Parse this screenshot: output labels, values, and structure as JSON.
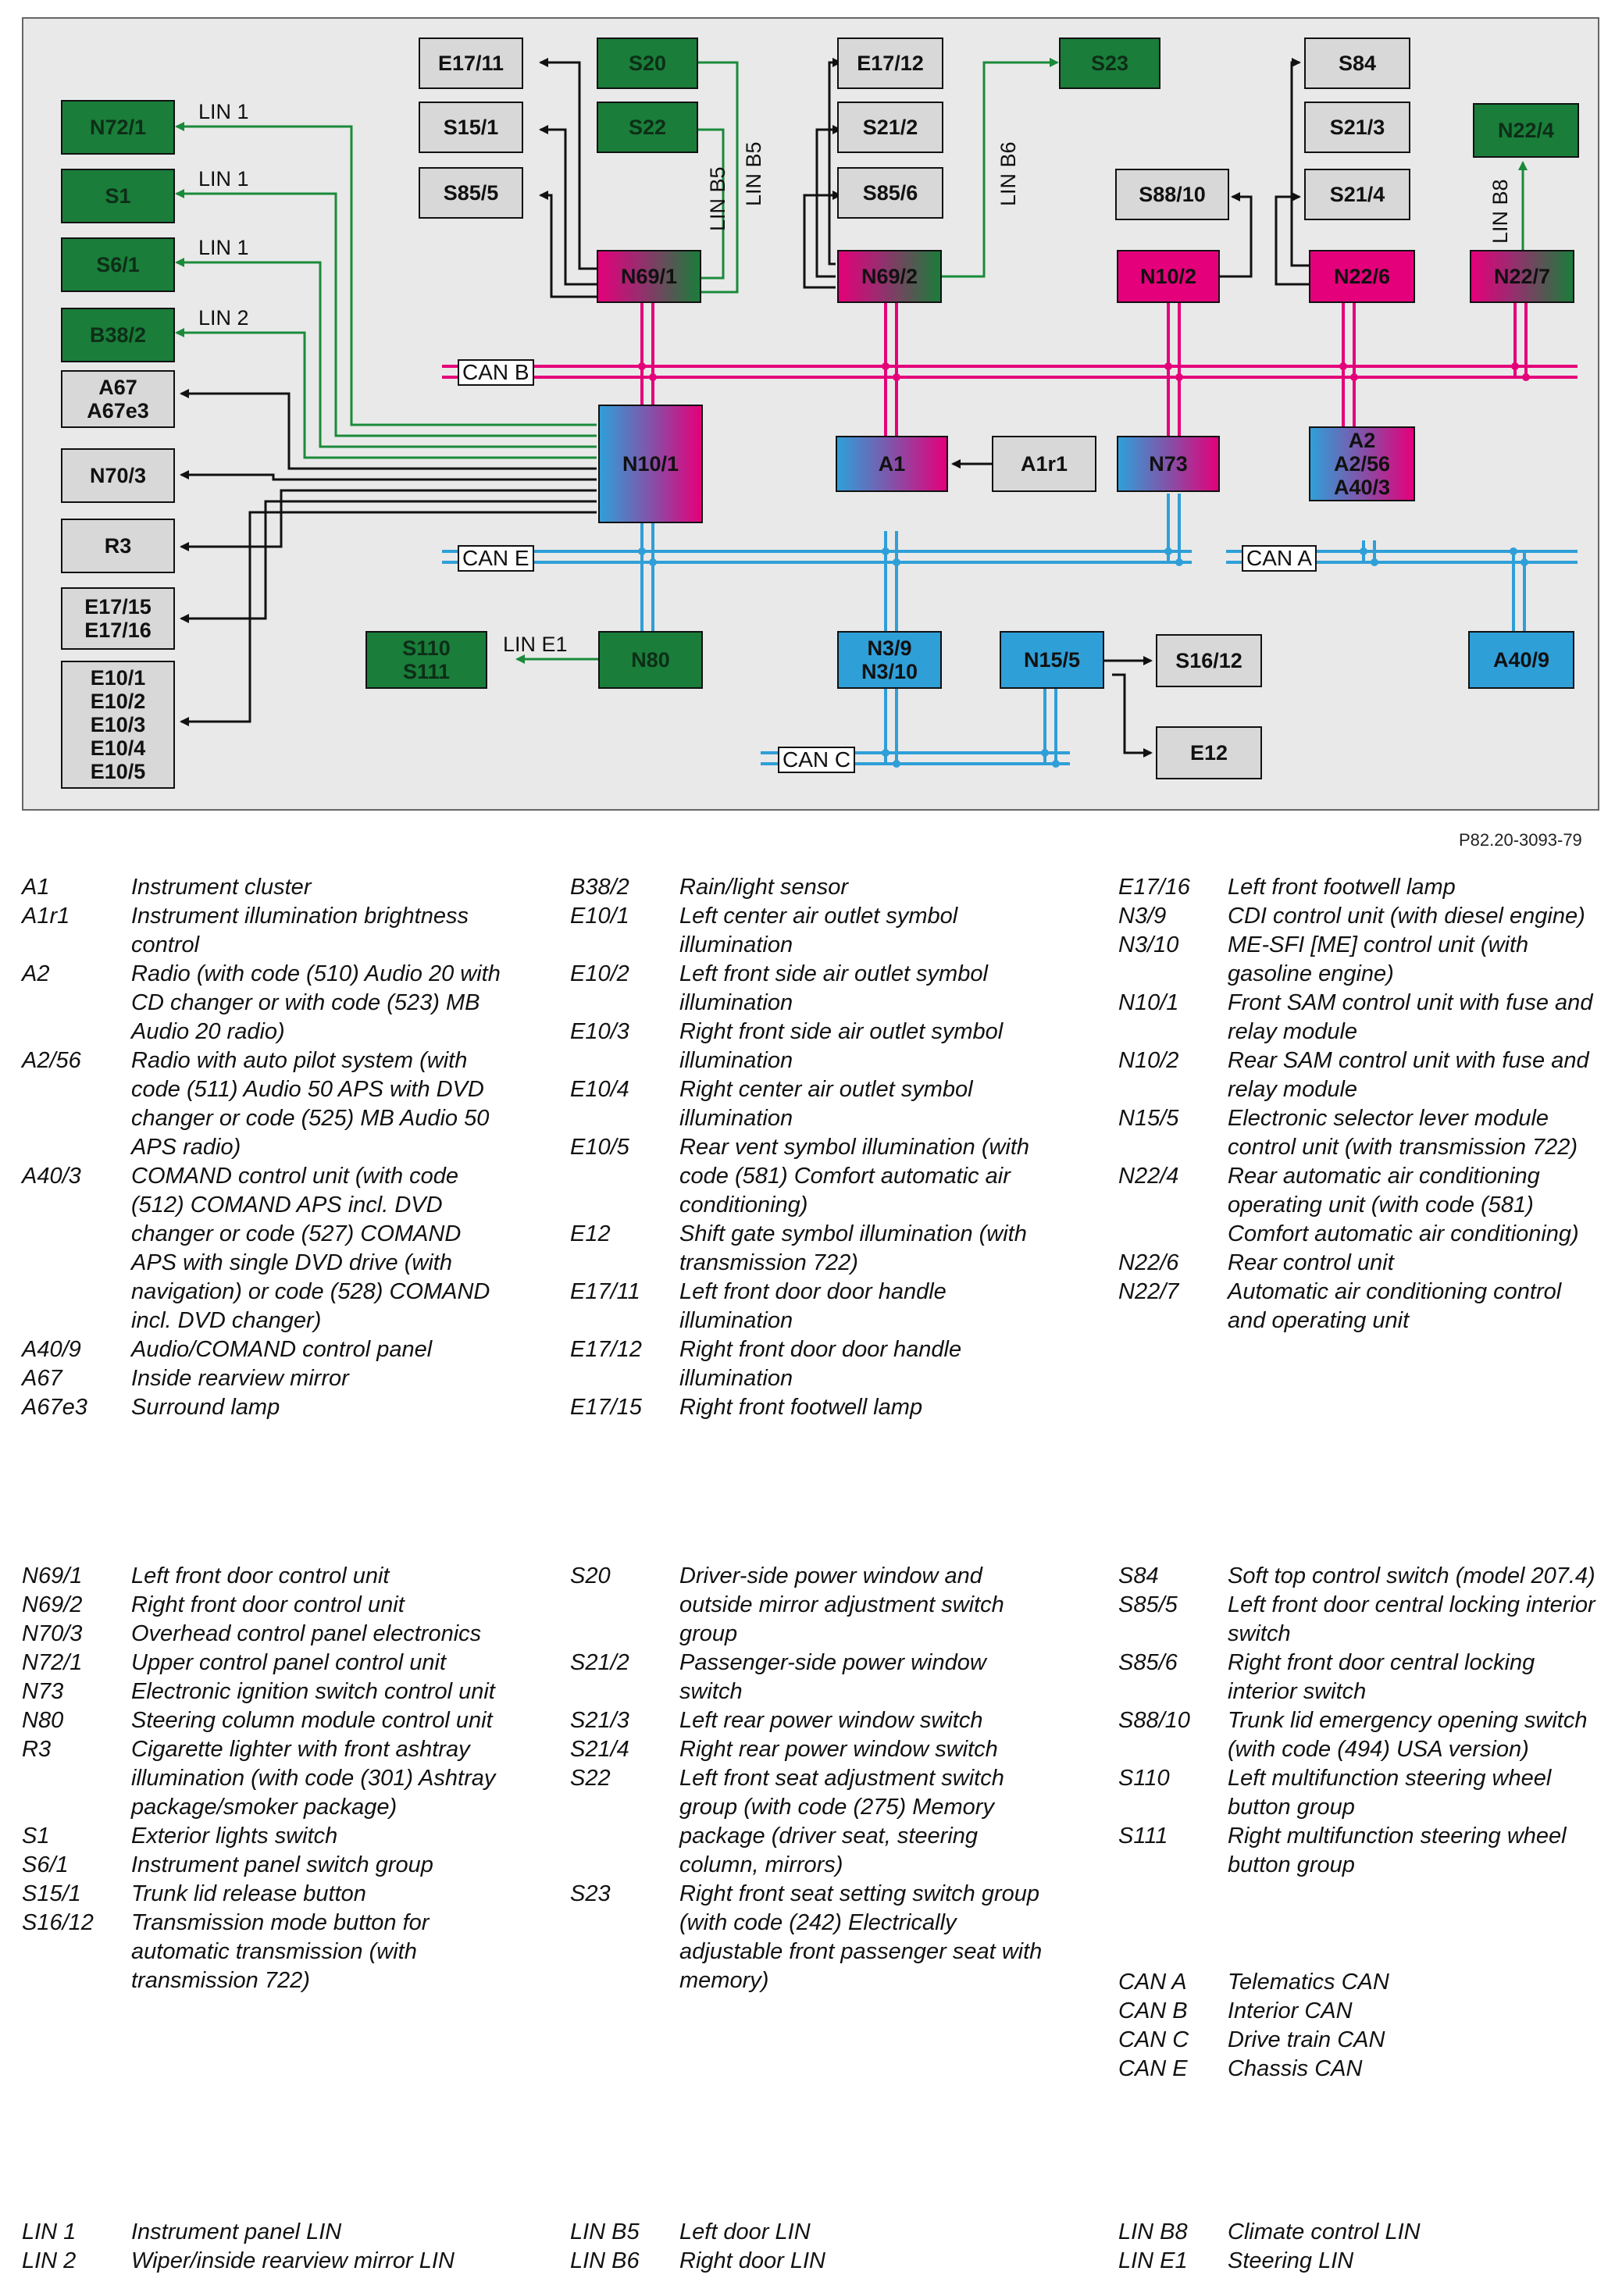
{
  "figure_ref": "P82.20-3093-79",
  "diagram": {
    "units": {
      "E17_11": "E17/11",
      "S15_1": "S15/1",
      "S85_5": "S85/5",
      "S20": "S20",
      "S22": "S22",
      "E17_12": "E17/12",
      "S21_2": "S21/2",
      "S85_6": "S85/6",
      "S23": "S23",
      "S84": "S84",
      "S21_3": "S21/3",
      "S21_4": "S21/4",
      "N22_4": "N22/4",
      "S88_10": "S88/10",
      "N69_1": "N69/1",
      "N69_2": "N69/2",
      "N10_2": "N10/2",
      "N22_6": "N22/6",
      "N22_7": "N22/7",
      "N72_1": "N72/1",
      "S1": "S1",
      "S6_1": "S6/1",
      "B38_2": "B38/2",
      "A67": "A67\nA67e3",
      "N70_3": "N70/3",
      "R3": "R3",
      "E17_15": "E17/15\nE17/16",
      "E10": "E10/1\nE10/2\nE10/3\nE10/4\nE10/5",
      "N10_1": "N10/1",
      "A1": "A1",
      "A1r1": "A1r1",
      "N73": "N73",
      "A2": "A2\nA2/56\nA40/3",
      "S110": "S110\nS111",
      "N80": "N80",
      "N3_9": "N3/9\nN3/10",
      "N15_5": "N15/5",
      "S16_12": "S16/12",
      "E12": "E12",
      "A40_9": "A40/9"
    },
    "buses": {
      "can_b": "CAN B",
      "can_e": "CAN E",
      "can_a": "CAN A",
      "can_c": "CAN C"
    },
    "lin_labels": {
      "lin1a": "LIN 1",
      "lin1b": "LIN 1",
      "lin1c": "LIN 1",
      "lin2": "LIN 2",
      "linb5a": "LIN B5",
      "linb5b": "LIN B5",
      "linb6": "LIN B6",
      "linb8": "LIN B8",
      "line1": "LIN E1"
    },
    "colors": {
      "green": "#1a7d3a",
      "magenta": "#e4007a",
      "blue": "#2f9fd8",
      "gray": "#d8d8d8"
    }
  },
  "legend": {
    "col1": [
      {
        "code": "A1",
        "desc": "Instrument cluster"
      },
      {
        "code": "A1r1",
        "desc": "Instrument illumination brightness control"
      },
      {
        "code": "A2",
        "desc": "Radio (with code (510) Audio 20 with CD changer or with code (523) MB Audio 20 radio)"
      },
      {
        "code": "A2/56",
        "desc": "Radio with auto pilot system (with code (511) Audio 50 APS with DVD changer or code (525) MB Audio 50 APS radio)"
      },
      {
        "code": "A40/3",
        "desc": "COMAND control unit (with code (512) COMAND APS incl. DVD changer or code (527) COMAND APS with single DVD drive (with navigation) or code (528) COMAND incl. DVD changer)"
      },
      {
        "code": "A40/9",
        "desc": "Audio/COMAND control panel"
      },
      {
        "code": "A67",
        "desc": "Inside rearview mirror"
      },
      {
        "code": "A67e3",
        "desc": "Surround lamp"
      }
    ],
    "col2": [
      {
        "code": "B38/2",
        "desc": "Rain/light sensor"
      },
      {
        "code": "E10/1",
        "desc": "Left center air outlet symbol illumination"
      },
      {
        "code": "E10/2",
        "desc": "Left front side air outlet symbol illumination"
      },
      {
        "code": "E10/3",
        "desc": "Right front side air outlet symbol illumination"
      },
      {
        "code": "E10/4",
        "desc": "Right center air outlet symbol illumination"
      },
      {
        "code": "E10/5",
        "desc": "Rear vent symbol illumination (with code (581) Comfort automatic air conditioning)"
      },
      {
        "code": "E12",
        "desc": "Shift gate symbol illumination (with transmission 722)"
      },
      {
        "code": "E17/11",
        "desc": "Left front door door handle illumination"
      },
      {
        "code": "E17/12",
        "desc": "Right front door door handle illumination"
      },
      {
        "code": "E17/15",
        "desc": "Right front footwell lamp"
      }
    ],
    "col3": [
      {
        "code": "E17/16",
        "desc": "Left front footwell lamp"
      },
      {
        "code": "N3/9",
        "desc": "CDI control unit (with diesel engine)"
      },
      {
        "code": "N3/10",
        "desc": "ME-SFI [ME] control unit (with gasoline engine)"
      },
      {
        "code": "N10/1",
        "desc": "Front SAM control unit with fuse and relay module"
      },
      {
        "code": "N10/2",
        "desc": "Rear SAM control unit with fuse and relay module"
      },
      {
        "code": "N15/5",
        "desc": "Electronic selector lever module control unit (with transmission 722)"
      },
      {
        "code": "N22/4",
        "desc": "Rear automatic air conditioning operating unit (with code (581) Comfort automatic air conditioning)"
      },
      {
        "code": "N22/6",
        "desc": "Rear control unit"
      },
      {
        "code": "N22/7",
        "desc": "Automatic air conditioning control and operating unit"
      }
    ],
    "col4": [
      {
        "code": "N69/1",
        "desc": "Left front door control unit"
      },
      {
        "code": "N69/2",
        "desc": "Right front door control unit"
      },
      {
        "code": "N70/3",
        "desc": "Overhead control panel electronics"
      },
      {
        "code": "N72/1",
        "desc": "Upper control panel control unit"
      },
      {
        "code": "N73",
        "desc": "Electronic ignition switch control unit"
      },
      {
        "code": "N80",
        "desc": "Steering column module control unit"
      },
      {
        "code": "R3",
        "desc": "Cigarette lighter with front ashtray illumination (with code (301) Ashtray package/smoker package)"
      },
      {
        "code": "S1",
        "desc": "Exterior lights switch"
      },
      {
        "code": "S6/1",
        "desc": "Instrument panel switch group"
      },
      {
        "code": "S15/1",
        "desc": "Trunk lid release button"
      },
      {
        "code": "S16/12",
        "desc": "Transmission mode button for automatic transmission (with transmission 722)"
      }
    ],
    "col5": [
      {
        "code": "S20",
        "desc": "Driver-side power window and outside mirror adjustment switch group"
      },
      {
        "code": "S21/2",
        "desc": "Passenger-side power window switch"
      },
      {
        "code": "S21/3",
        "desc": "Left rear power window switch"
      },
      {
        "code": "S21/4",
        "desc": "Right rear power window switch"
      },
      {
        "code": "S22",
        "desc": "Left front seat adjustment switch group (with code (275) Memory package (driver seat, steering column, mirrors)"
      },
      {
        "code": "S23",
        "desc": "Right front seat setting switch group (with code (242) Electrically adjustable front passenger seat with memory)"
      }
    ],
    "col6": [
      {
        "code": "S84",
        "desc": "Soft top control switch (model 207.4)"
      },
      {
        "code": "S85/5",
        "desc": "Left front door central locking interior switch"
      },
      {
        "code": "S85/6",
        "desc": "Right front door central locking interior switch"
      },
      {
        "code": "S88/10",
        "desc": "Trunk lid emergency opening switch (with code (494) USA version)"
      },
      {
        "code": "S110",
        "desc": "Left multifunction steering wheel button group"
      },
      {
        "code": "S111",
        "desc": "Right multifunction steering wheel button group"
      }
    ],
    "col6b": [
      {
        "code": "CAN A",
        "desc": "Telematics CAN"
      },
      {
        "code": "CAN B",
        "desc": "Interior CAN"
      },
      {
        "code": "CAN C",
        "desc": "Drive train CAN"
      },
      {
        "code": "CAN E",
        "desc": "Chassis CAN"
      }
    ],
    "col7": [
      {
        "code": "LIN 1",
        "desc": "Instrument panel LIN"
      },
      {
        "code": "LIN 2",
        "desc": "Wiper/inside rearview mirror LIN"
      }
    ],
    "col8": [
      {
        "code": "LIN B5",
        "desc": "Left door LIN"
      },
      {
        "code": "LIN B6",
        "desc": "Right door LIN"
      }
    ],
    "col9": [
      {
        "code": "LIN B8",
        "desc": "Climate control LIN"
      },
      {
        "code": "LIN E1",
        "desc": "Steering LIN"
      }
    ]
  }
}
